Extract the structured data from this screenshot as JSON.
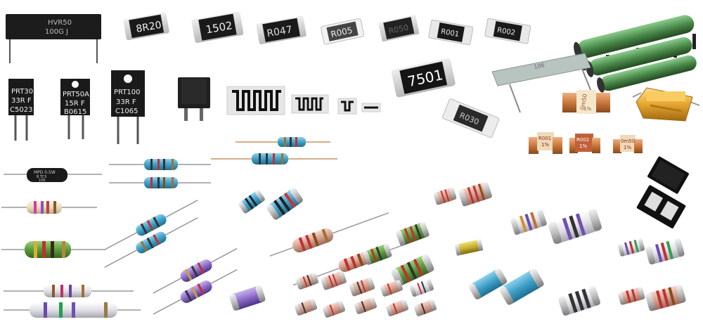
{
  "labels": {
    "hvr_line1": "HVR50",
    "hvr_line2": "100G  J",
    "smd_8r20": "8R20",
    "smd_1502": "1502",
    "smd_r047": "R047",
    "smd_r005": "R005",
    "smd_r050": "R050",
    "smd_r001": "R001",
    "smd_r002": "R002",
    "prt30_l1": "PRT30",
    "prt30_l2": "33R F",
    "prt30_l3": "C5023",
    "prt50a_l1": "PRT50A",
    "prt50a_l2": "15R F",
    "prt50a_l3": "B0615",
    "prt100_l1": "PRT100",
    "prt100_l2": "33R F",
    "prt100_l3": "C1065",
    "smd_7501": "7501",
    "smd_r030": "R030",
    "plate_106": "106",
    "shunt_0m50": "0m50",
    "shunt_0m50_pct": "1%",
    "shunt_r001": "R001",
    "shunt_r001_pct": "1%",
    "shunt_r002": "R002",
    "shunt_r002_pct": "1%",
    "shunt_0m50b": "0m50",
    "shunt_0m50b_pct": "1%",
    "mpd_l1": "MPD 0.5W",
    "mpd_l2": "B    TC5",
    "mpd_l3": "10K"
  },
  "colors": {
    "smd_body": "#1a1a1a",
    "smd_end": "#d8d8d8",
    "blue_body": "#3fa0c8",
    "beige_body": "#e8dcc0",
    "green_body": "#5a9a3c",
    "purple_body": "#7a5ab8",
    "shunt_copper": "#c8783c",
    "gold_body": "#e6a530",
    "wirewound_green": "#4a8a4a"
  }
}
